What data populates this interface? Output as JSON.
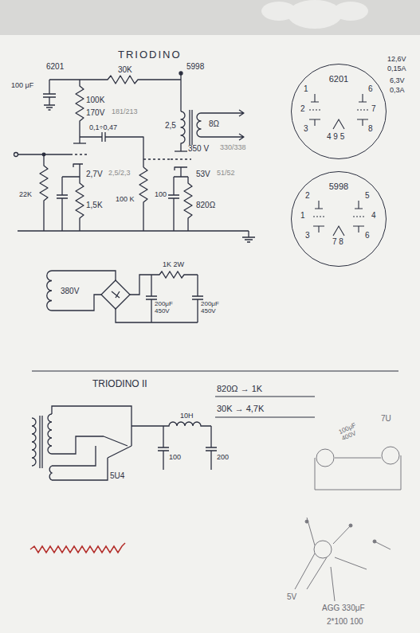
{
  "diagram": {
    "title": "TRIODINO",
    "nodes": [
      {
        "text": [
          "6201"
        ]
      },
      {
        "text": [
          "5998"
        ]
      }
    ],
    "labels": [
      "6201",
      "30K",
      "5998",
      "100K",
      "170V",
      "181/213",
      "2,5",
      "8Ω",
      "350 V",
      "330/338",
      "0,1÷0,47",
      "2,7V",
      "2,5/2,3",
      "1,5K",
      "100 K",
      "100",
      "53V",
      "51/52",
      "820Ω",
      "22K",
      "100 μF",
      "1",
      "2",
      "3",
      "4 9 5",
      "6",
      "7",
      "8",
      "12,6V",
      "0,15A",
      "6,3V",
      "0,3A",
      "2",
      "1",
      "3",
      "7 8",
      "5",
      "4",
      "6",
      "380V",
      "1K 2W",
      "200μF 450V",
      "200μF 450V",
      "TRIODINO II",
      "820Ω → 1K",
      "30K → 4,7K",
      "10H",
      "100",
      "200",
      "5U4",
      "100μF 400V",
      "7U",
      "5V",
      "AGG 330μF",
      "2*100 100"
    ]
  }
}
